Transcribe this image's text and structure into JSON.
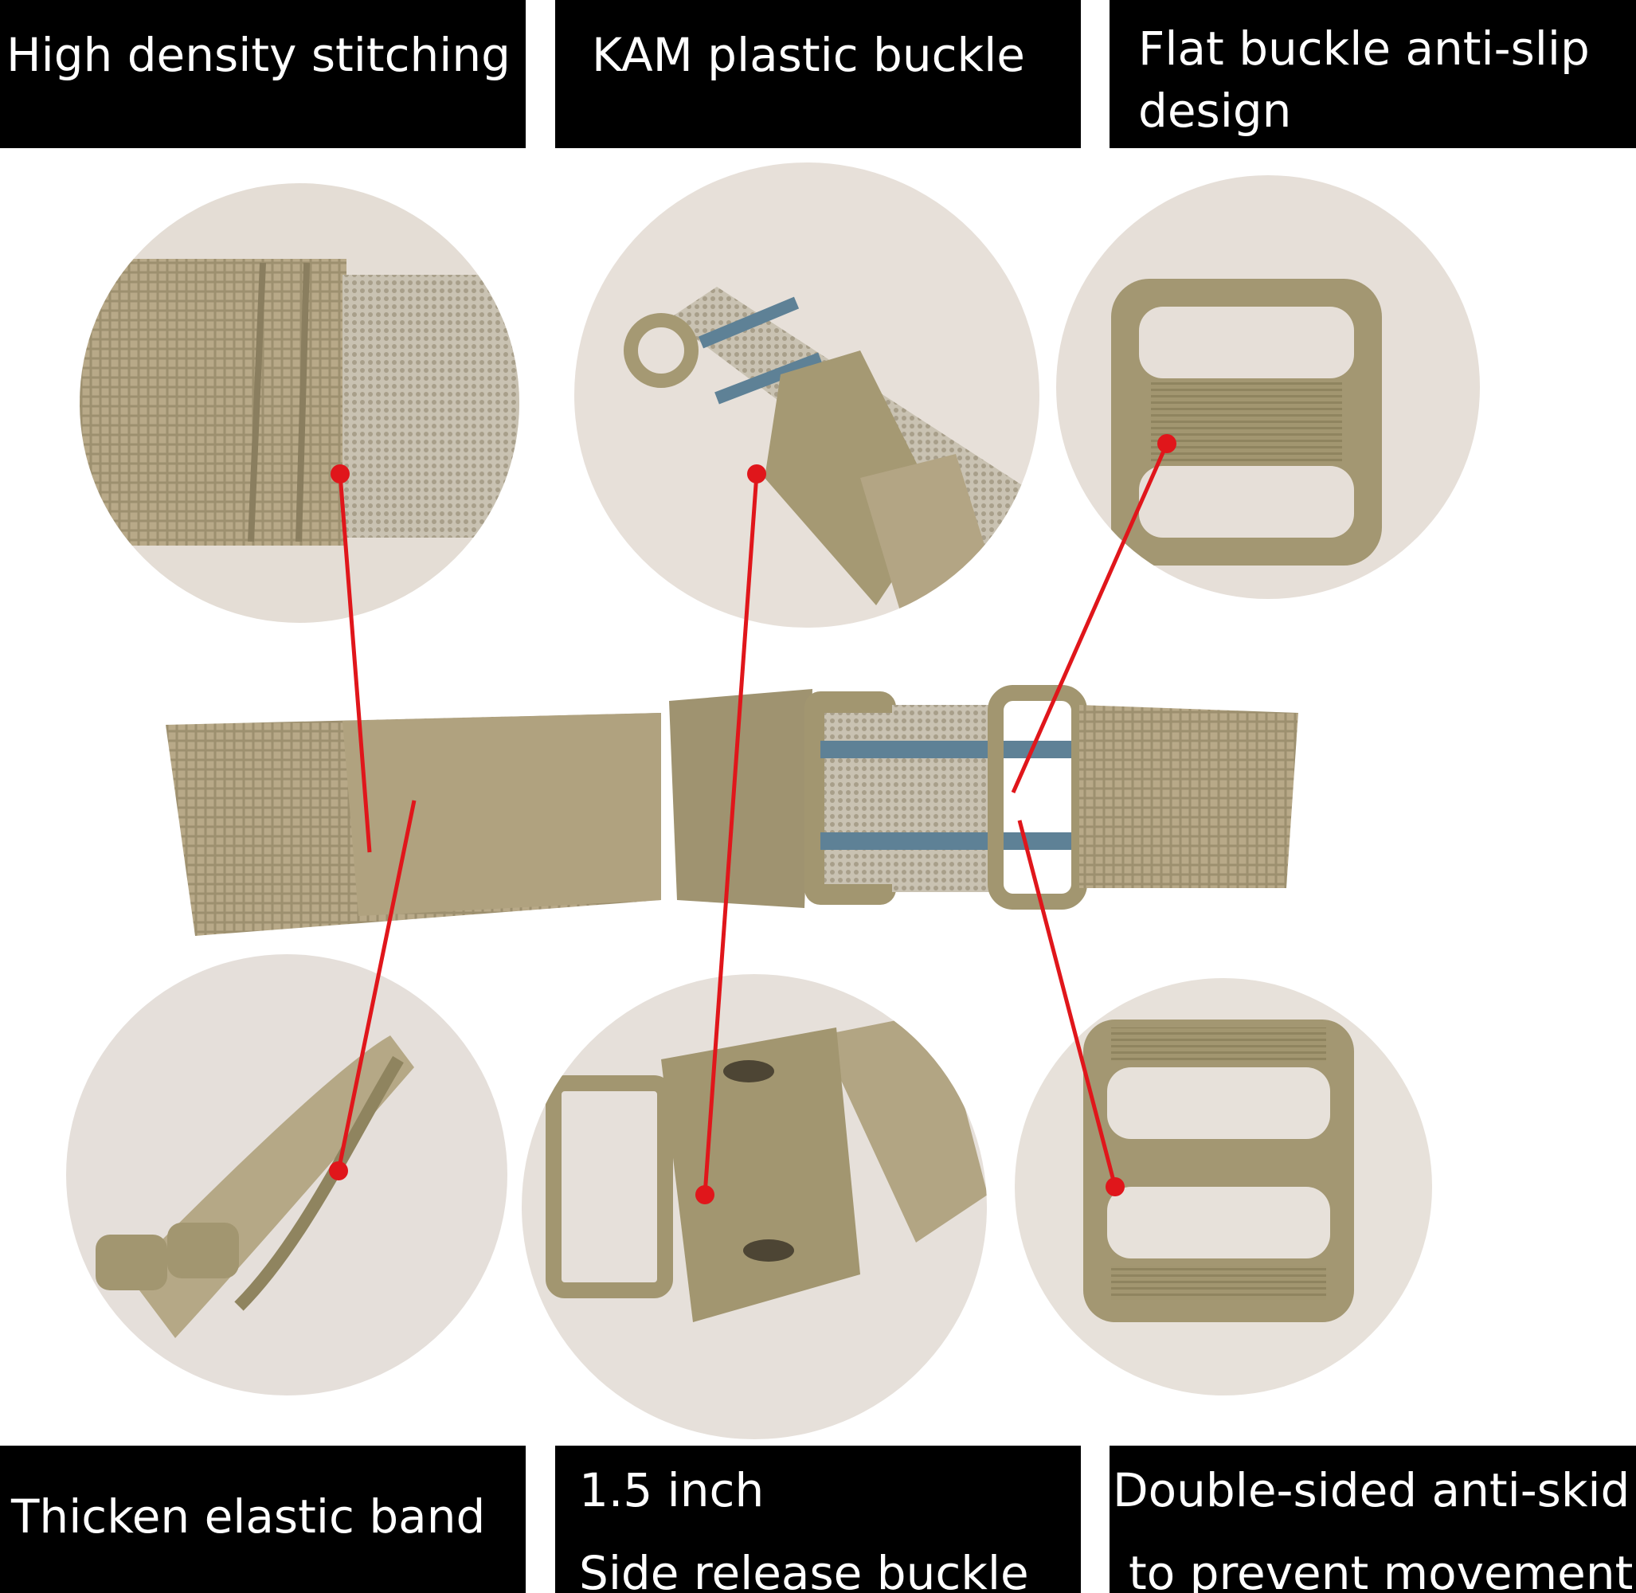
{
  "labels": {
    "top_left": "High density stitching",
    "top_middle": "KAM plastic buckle",
    "top_right": [
      "Flat buckle anti-slip",
      "design"
    ],
    "bottom_left": "Thicken elastic band",
    "bottom_middle": [
      "1.5 inch",
      "Side release buckle"
    ],
    "bottom_right": [
      "Double-sided anti-skid",
      "to prevent movement"
    ]
  },
  "colors": {
    "webbing": "#b9ab8a",
    "buckle": "#a29670",
    "stripe": "#5e8196",
    "pointer": "#e0161b",
    "backdrop": "#e6dfd8"
  }
}
